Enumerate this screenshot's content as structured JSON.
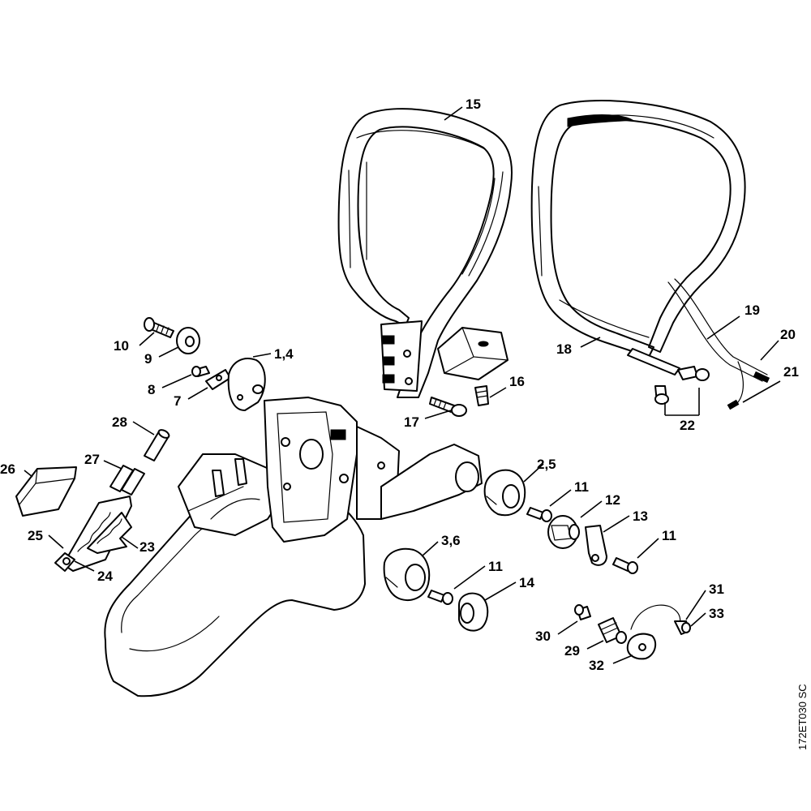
{
  "drawing_code": "172ET030 SC",
  "callouts": {
    "c15": "15",
    "c19": "19",
    "c20": "20",
    "c21": "21",
    "c18": "18",
    "c22": "22",
    "c16": "16",
    "c17": "17",
    "c10": "10",
    "c9": "9",
    "c8": "8",
    "c7": "7",
    "c14a": "1,4",
    "c28": "28",
    "c27": "27",
    "c26": "26",
    "c25": "25",
    "c24": "24",
    "c23": "23",
    "c25b": "2,5",
    "c11a": "11",
    "c12": "12",
    "c13": "13",
    "c11b": "11",
    "c36": "3,6",
    "c11c": "11",
    "c14": "14",
    "c31": "31",
    "c33": "33",
    "c30": "30",
    "c29": "29",
    "c32": "32"
  }
}
